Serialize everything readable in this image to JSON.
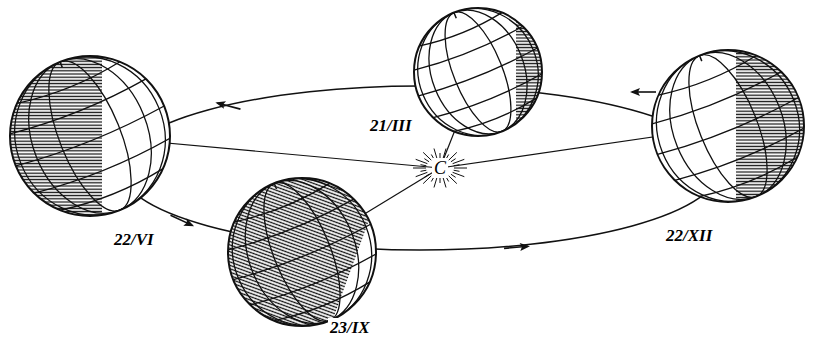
{
  "diagram": {
    "labels": [
      "21/III",
      "22/VI",
      "23/IX",
      "22/XII",
      "C"
    ]
  }
}
